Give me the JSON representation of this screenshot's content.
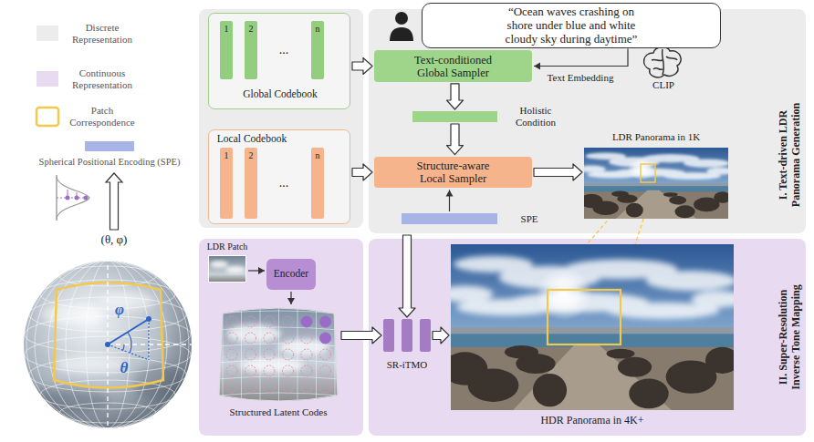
{
  "diagram": {
    "nodes": [
      {
        "text": [
          "...",
          "Global Codebook"
        ]
      },
      {
        "text": [
          "1"
        ],
        "in": 0
      },
      {
        "text": [
          "2"
        ],
        "in": 0
      },
      {
        "text": [
          "n"
        ],
        "in": 0
      },
      {
        "text": [
          "Local Codebook",
          "..."
        ]
      },
      {
        "text": [
          "1"
        ],
        "in": 4
      },
      {
        "text": [
          "2"
        ],
        "in": 4
      },
      {
        "text": [
          "n"
        ],
        "in": 4
      },
      {
        "text": [
          "I. Text-driven LDR Panorama Generation"
        ]
      },
      {
        "text": [
          "“Ocean waves crashing on shore under blue and white cloudy sky during daytime”"
        ],
        "in": 8
      },
      {
        "text": [
          "Text-conditioned Global Sampler"
        ],
        "in": 8
      },
      {
        "text": [
          "Holistic Condition"
        ],
        "in": 8
      },
      {
        "text": [
          "Structure-aware Local Sampler"
        ],
        "in": 8
      },
      {
        "text": [
          "SPE"
        ],
        "in": 8
      },
      {
        "text": [
          "LDR Panorama in 1K"
        ],
        "in": 8
      },
      {
        "text": [
          "LDR Patch"
        ]
      },
      {
        "text": [
          "Encoder"
        ]
      },
      {
        "text": [
          "Structured Latent Codes"
        ]
      },
      {
        "text": [
          "II. Super-Resolution Inverse Tone Mapping"
        ]
      },
      {
        "text": [
          "SR-iTMO"
        ],
        "in": 18
      },
      {
        "text": [
          "HDR Panorama in 4K+"
        ],
        "in": 18
      }
    ],
    "edges": [
      {
        "from": 0,
        "to": 10,
        "arrow": "to"
      },
      {
        "from": 4,
        "to": 12,
        "arrow": "to"
      },
      {
        "from": 9,
        "to": 10,
        "arrow": "to",
        "label": "Text Embedding"
      },
      {
        "from": 10,
        "to": 11,
        "arrow": "to"
      },
      {
        "from": 11,
        "to": 12,
        "arrow": "to"
      },
      {
        "from": 13,
        "to": 12,
        "arrow": "to"
      },
      {
        "from": 12,
        "to": 14,
        "arrow": "to"
      },
      {
        "from": 15,
        "to": 16,
        "arrow": "to"
      },
      {
        "from": 16,
        "to": 17,
        "arrow": "to"
      },
      {
        "from": 17,
        "to": 19,
        "arrow": "to"
      },
      {
        "from": 8,
        "to": 19,
        "arrow": "to"
      },
      {
        "from": 19,
        "to": 20,
        "arrow": "to"
      }
    ],
    "labels": [
      "CLIP",
      "(θ, φ)",
      "φ",
      "θ"
    ],
    "legend": [
      {
        "text": "Discrete Representation",
        "color": "#ececec"
      },
      {
        "text": "Continuous Representation",
        "color": "#e8daf0"
      },
      {
        "text": "Patch Correspondence"
      },
      {
        "text": "Spherical Positional Encoding (SPE)",
        "color": "#a7b5e6"
      }
    ]
  }
}
